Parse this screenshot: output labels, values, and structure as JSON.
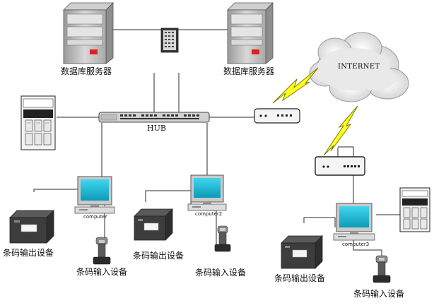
{
  "diagram": {
    "nodes": {
      "db_server_left": "数据库服务器",
      "db_server_right": "数据库服务器",
      "hub": "HUB",
      "internet": "INTERNET",
      "computer_1": "computer",
      "computer_2": "computer2",
      "computer_3": "computer3",
      "printer_1": "条码输出设备",
      "printer_2": "条码输出设备",
      "printer_3": "条码输出设备",
      "scanner_1": "条码输入设备",
      "scanner_2": "条码输入设备",
      "scanner_3": "条码输入设备"
    },
    "colors": {
      "line": "#2b2b2b",
      "lightning": "#ffff22",
      "screen": "#16bcd8",
      "device_gray": "#cfcfcf",
      "printer_dark": "#3d3d3d",
      "server_red": "#e02020"
    }
  }
}
